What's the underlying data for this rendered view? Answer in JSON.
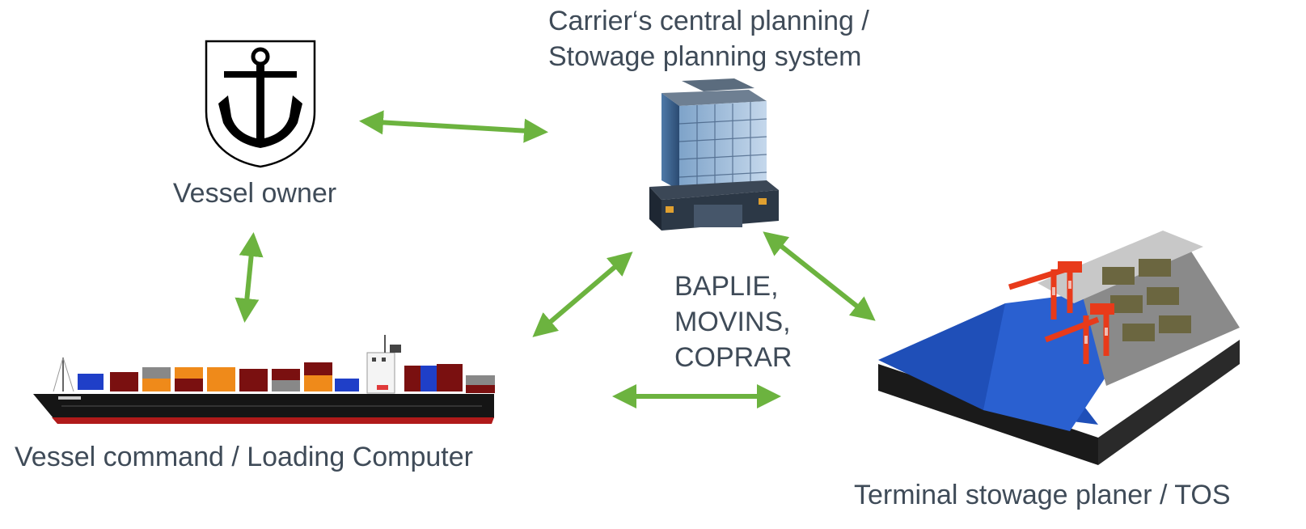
{
  "nodes": {
    "vessel_owner": {
      "label": "Vessel owner",
      "icon": "anchor-shield-icon"
    },
    "carrier": {
      "label_line1": "Carrier‘s central planning /",
      "label_line2": "Stowage planning system",
      "icon": "office-building-icon"
    },
    "vessel": {
      "label": "Vessel command / Loading Computer",
      "icon": "container-ship-icon"
    },
    "terminal": {
      "label": "Terminal stowage planer / TOS",
      "icon": "terminal-model-icon"
    }
  },
  "messages": {
    "line1": "BAPLIE,",
    "line2": "MOVINS,",
    "line3": "COPRAR"
  },
  "colors": {
    "arrow": "#6cb33f",
    "text": "#3f4b58",
    "terminal_blue": "#1f4fb8",
    "crane_red": "#e83a1a"
  }
}
